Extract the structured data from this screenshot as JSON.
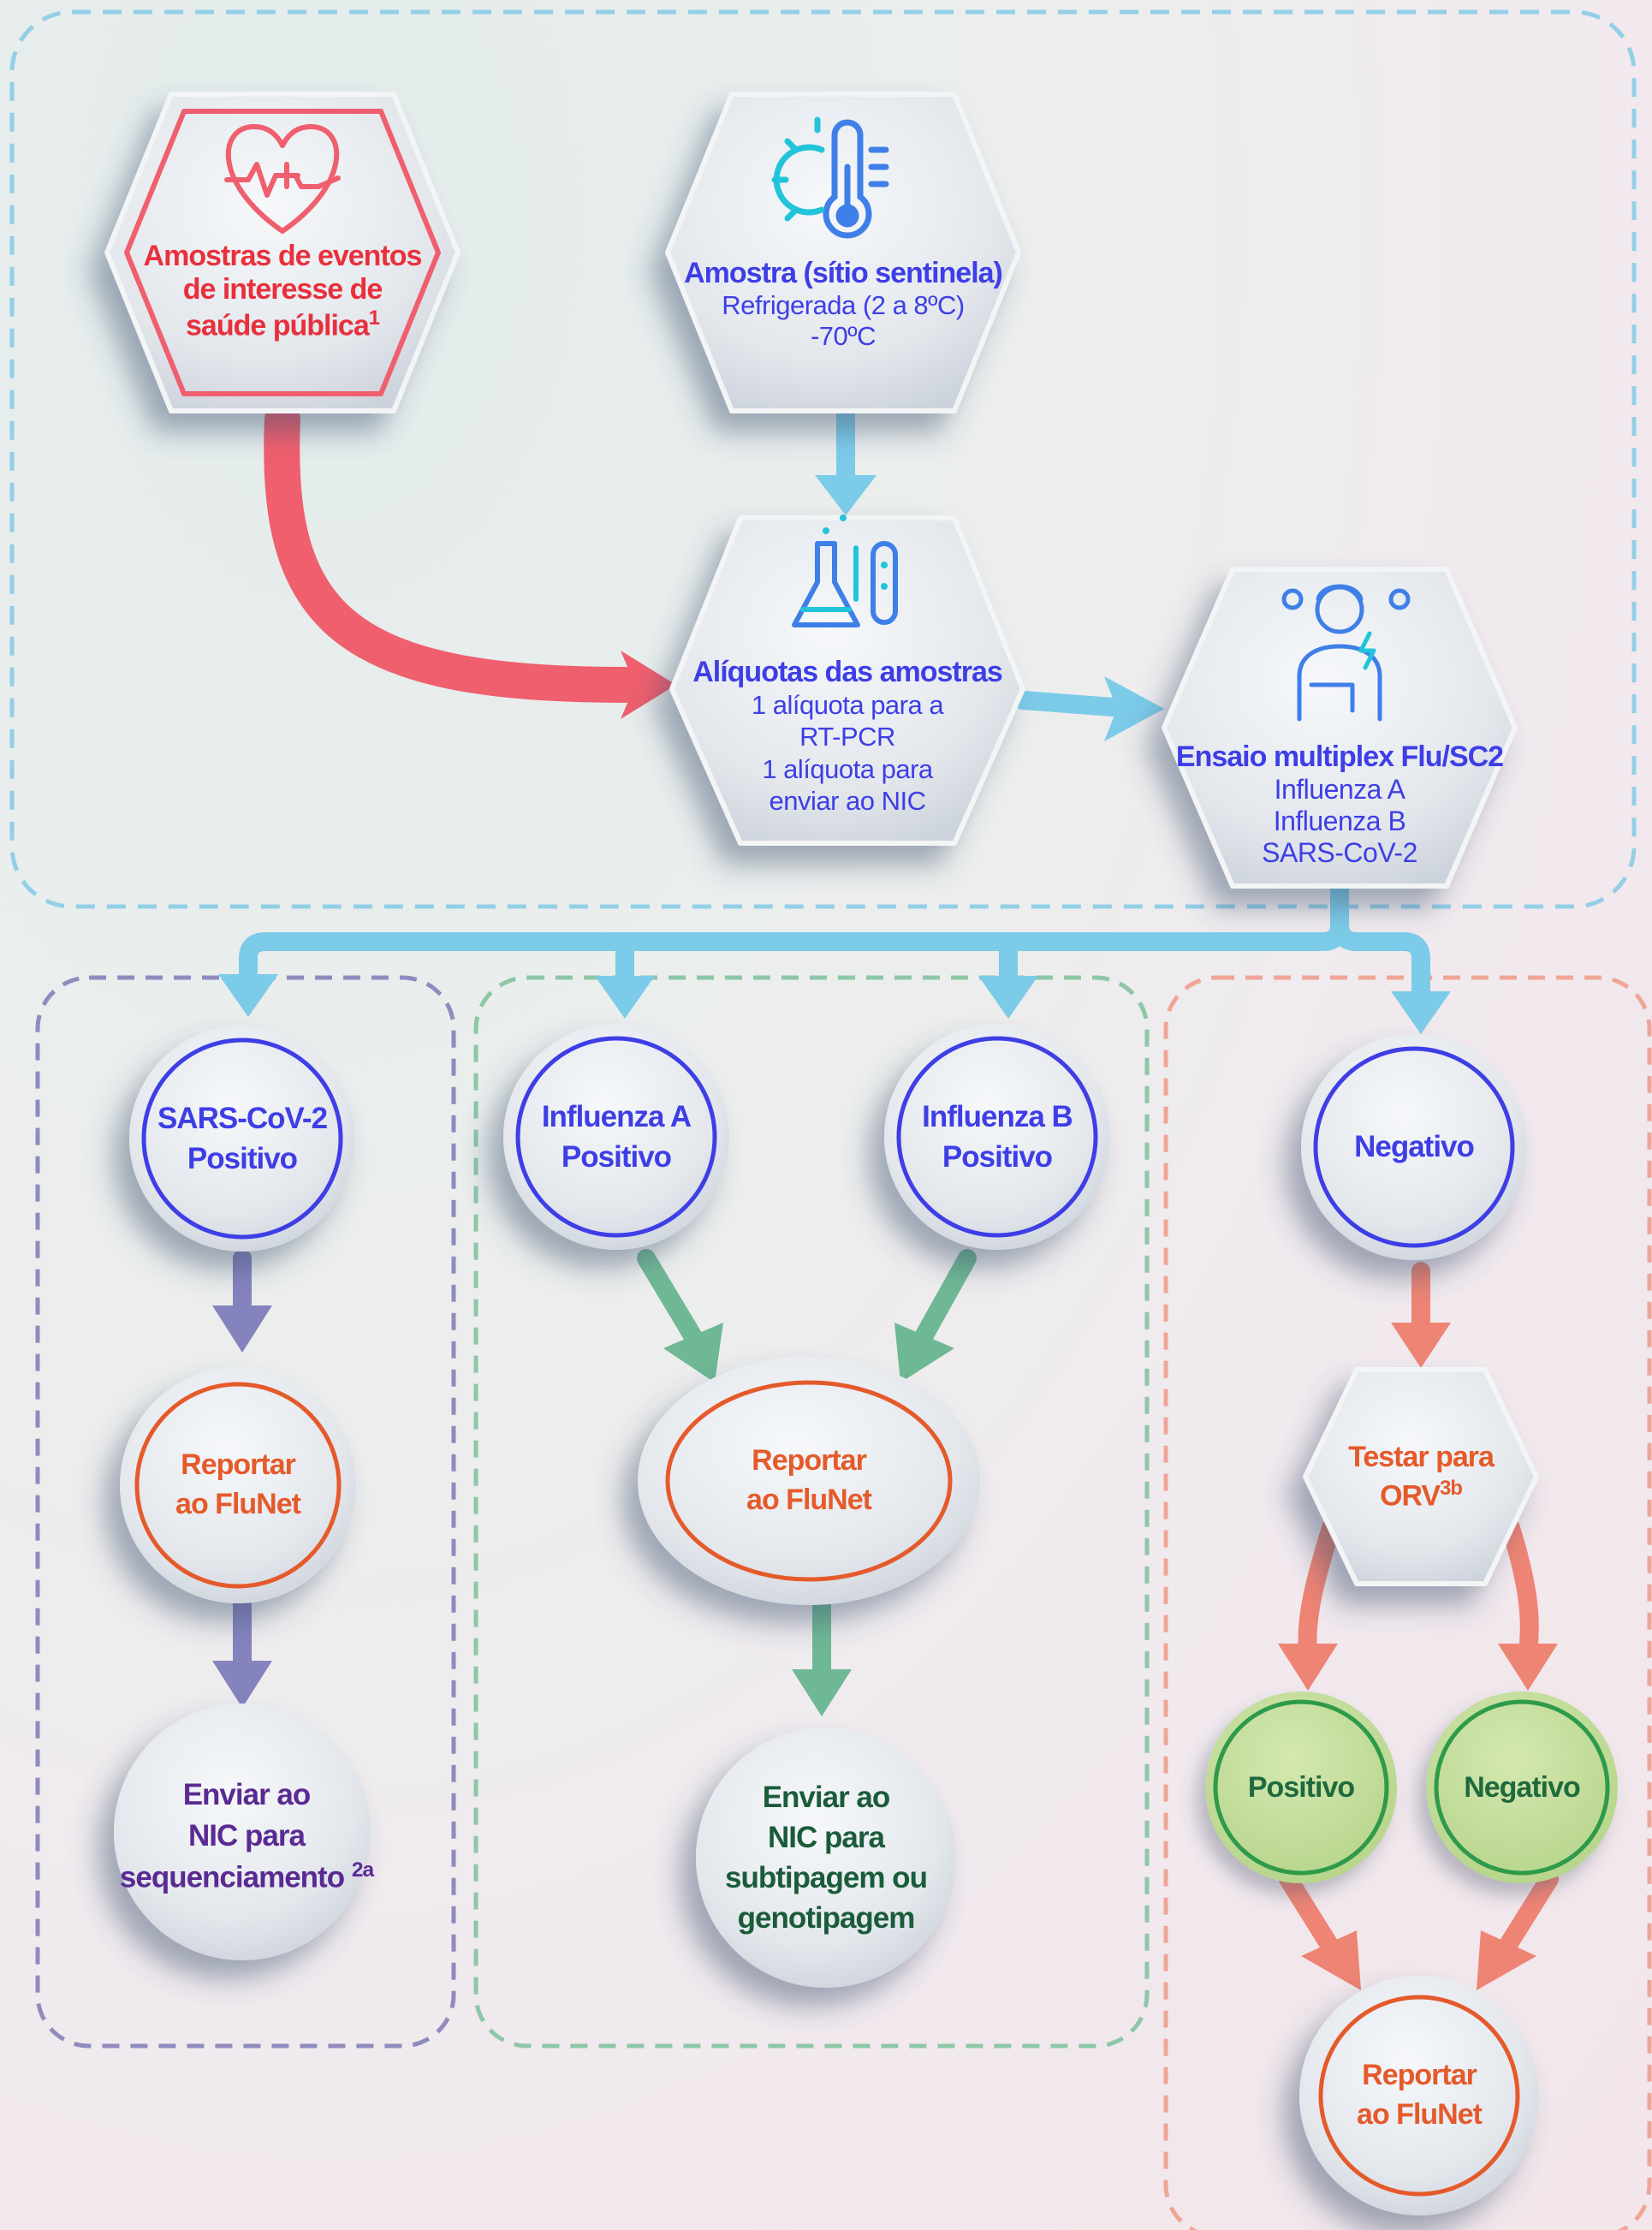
{
  "colors": {
    "blue_text": "#3e3ee6",
    "red_text": "#e8303c",
    "orange_text": "#e55a2b",
    "purple_text": "#5a2a92",
    "green_text": "#1f6a3d",
    "dark_green_text": "#1a5c3a",
    "blue_arrow": "#7ccbe8",
    "red_arrow": "#ef5f6e",
    "purple_arrow": "#8583bd",
    "green_arrow": "#6fb895",
    "salmon_arrow": "#ee8474",
    "blue_dash": "#93cfe6",
    "purple_dash": "#8f8bbf",
    "green_dash": "#8dc7a7",
    "salmon_dash": "#f0a596",
    "node_fill": "#e4e8ec",
    "green_fill": "#c2dd9a"
  },
  "nodes": {
    "public_health": {
      "icon": "heart-icon",
      "title_lines": [
        "Amostras de eventos",
        "de interesse de",
        "saúde pública"
      ],
      "title_sup": "1"
    },
    "sentinel": {
      "icon": "thermometer-icon",
      "title": "Amostra (sítio sentinela)",
      "lines": [
        "Refrigerada (2 a 8ºC)",
        "-70ºC"
      ]
    },
    "aliquots": {
      "icon": "flask-icon",
      "title": "Alíquotas das amostras",
      "lines": [
        "1 alíquota para a",
        "RT-PCR",
        "1 alíquota para",
        "enviar ao NIC"
      ]
    },
    "multiplex": {
      "icon": "sick-person-icon",
      "title": "Ensaio multiplex Flu/SC2",
      "lines": [
        "Influenza A",
        "Influenza B",
        "SARS-CoV-2"
      ]
    },
    "sars_positive": {
      "lines": [
        "SARS-CoV-2",
        "Positivo"
      ]
    },
    "flu_a_positive": {
      "lines": [
        "Influenza A",
        "Positivo"
      ]
    },
    "flu_b_positive": {
      "lines": [
        "Influenza B",
        "Positivo"
      ]
    },
    "negative": {
      "lines": [
        "Negativo"
      ]
    },
    "report_sars": {
      "lines": [
        "Reportar",
        "ao FluNet"
      ]
    },
    "report_flu": {
      "lines": [
        "Reportar",
        "ao FluNet"
      ]
    },
    "test_orv": {
      "lines": [
        "Testar para",
        "ORV"
      ],
      "sup": "3b"
    },
    "send_sequencing": {
      "lines": [
        "Enviar ao",
        "NIC para",
        "sequenciamento"
      ],
      "sup": "2a"
    },
    "send_subtyping": {
      "lines": [
        "Enviar ao",
        "NIC para",
        "subtipagem ou",
        "genotipagem"
      ]
    },
    "orv_positive": {
      "lines": [
        "Positivo"
      ]
    },
    "orv_negative": {
      "lines": [
        "Negativo"
      ]
    },
    "report_orv": {
      "lines": [
        "Reportar",
        "ao FluNet"
      ]
    }
  }
}
